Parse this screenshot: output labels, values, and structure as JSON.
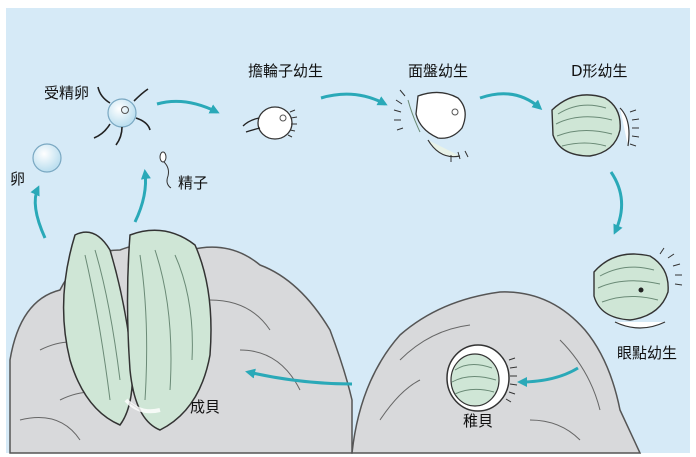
{
  "diagram": {
    "colors": {
      "background": "#d6eaf7",
      "arrow": "#2aa9b8",
      "rock": "#d8d9db",
      "shell": "#cfe6d6"
    },
    "stages": {
      "egg": "卵",
      "fertilized_egg": "受精卵",
      "sperm": "精子",
      "trochophore": "擔輪子幼生",
      "veliger": "面盤幼生",
      "d_larva": "D形幼生",
      "eyed_larva": "眼點幼生",
      "spat": "稚貝",
      "adult": "成貝"
    }
  }
}
